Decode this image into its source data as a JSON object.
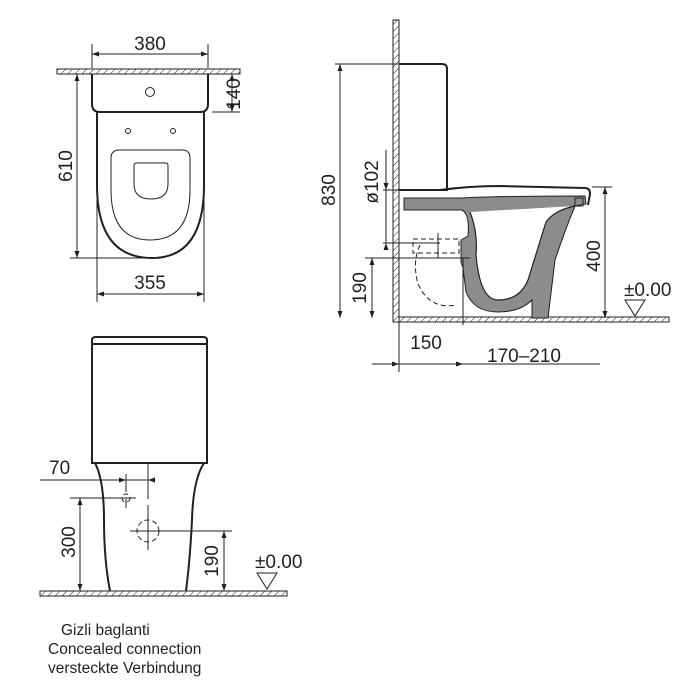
{
  "dimensions": {
    "top_width": "380",
    "top_depth": "140",
    "total_length": "610",
    "bottom_width": "355",
    "total_height": "830",
    "outlet_diameter": "ø102",
    "seat_height": "400",
    "floor_level_side": "±0.00",
    "outlet_height_side": "190",
    "wall_distance": "150",
    "outlet_range": "170–210",
    "front_offset": "70",
    "front_height": "300",
    "front_outlet_height": "190",
    "floor_level_front": "±0.00"
  },
  "caption": {
    "line1": "Gizli baglanti",
    "line2": "Concealed connection",
    "line3": "versteckte Verbindung"
  }
}
